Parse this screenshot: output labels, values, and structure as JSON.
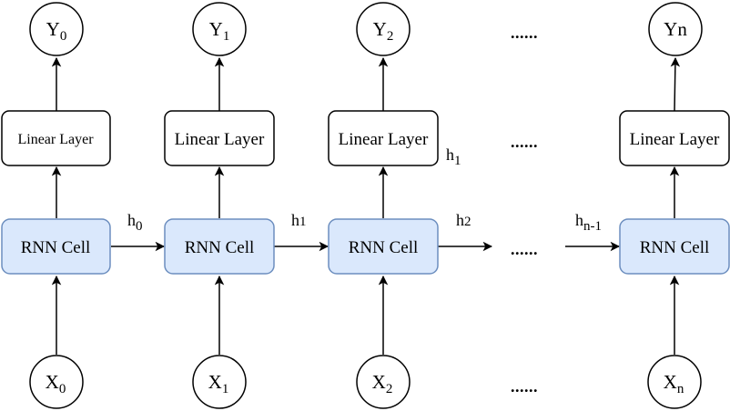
{
  "colors": {
    "rnn_fill": "#dae8fc",
    "rnn_stroke": "#6c8ebf",
    "stroke": "#000000"
  },
  "outputs": [
    {
      "base": "Y",
      "sub": "0"
    },
    {
      "base": "Y",
      "sub": "1"
    },
    {
      "base": "Y",
      "sub": "2"
    },
    {
      "base": "Yn",
      "sub": ""
    }
  ],
  "linear_layers": [
    "Linear Layer",
    "Linear Layer",
    "Linear Layer",
    "Linear Layer"
  ],
  "rnn_cells": [
    "RNN Cell",
    "RNN Cell",
    "RNN Cell",
    "RNN Cell"
  ],
  "inputs": [
    {
      "base": "X",
      "sub": "0"
    },
    {
      "base": "X",
      "sub": "1"
    },
    {
      "base": "X",
      "sub": "2"
    },
    {
      "base": "X",
      "sub": "n"
    }
  ],
  "hidden_labels": [
    {
      "base": "h",
      "sub": "0"
    },
    {
      "base": "h",
      "sub": "1"
    },
    {
      "base": "h",
      "sub": "2"
    },
    {
      "base": "h",
      "sub": "n-1"
    }
  ],
  "extra_hidden_label": {
    "base": "h",
    "sub": "1"
  },
  "ellipsis": "......"
}
